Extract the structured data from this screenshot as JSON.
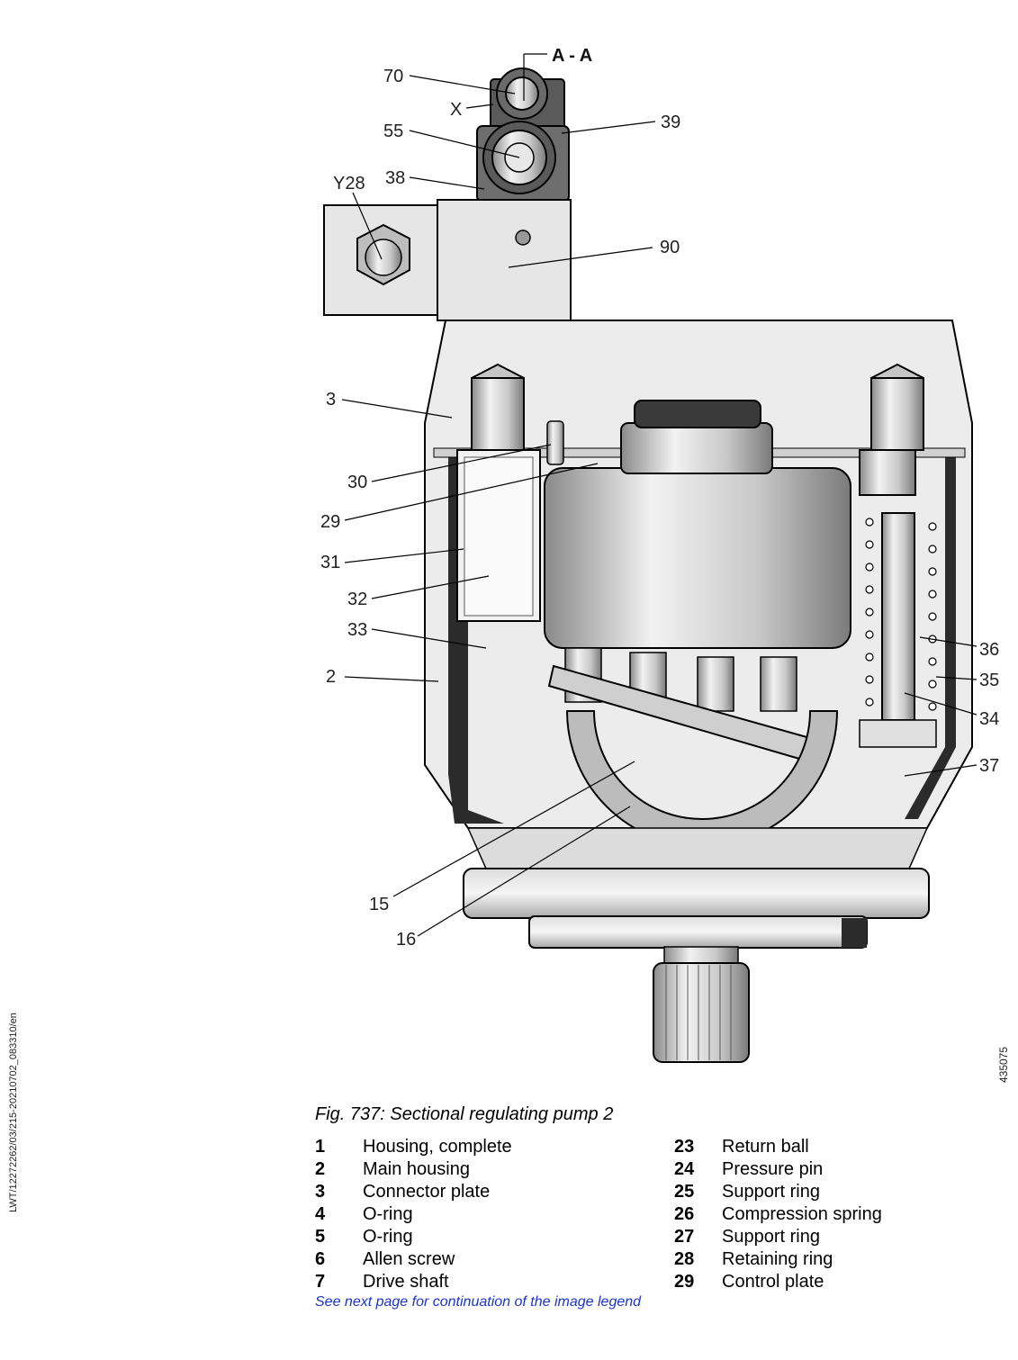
{
  "figure": {
    "section_mark": "A - A",
    "callouts": [
      "70",
      "X",
      "55",
      "39",
      "38",
      "Y28",
      "90",
      "3",
      "30",
      "29",
      "31",
      "32",
      "33",
      "2",
      "36",
      "35",
      "34",
      "37",
      "15",
      "16"
    ]
  },
  "doc_id": "LWT/12272262/03/215-20210702_083310/en",
  "image_number": "435075",
  "caption": "Fig. 737: Sectional regulating pump 2",
  "legend_left": [
    {
      "num": "1",
      "label": "Housing, complete"
    },
    {
      "num": "2",
      "label": "Main housing"
    },
    {
      "num": "3",
      "label": "Connector plate"
    },
    {
      "num": "4",
      "label": "O-ring"
    },
    {
      "num": "5",
      "label": "O-ring"
    },
    {
      "num": "6",
      "label": "Allen screw"
    },
    {
      "num": "7",
      "label": "Drive shaft"
    }
  ],
  "legend_right": [
    {
      "num": "23",
      "label": "Return ball"
    },
    {
      "num": "24",
      "label": "Pressure pin"
    },
    {
      "num": "25",
      "label": "Support ring"
    },
    {
      "num": "26",
      "label": "Compression spring"
    },
    {
      "num": "27",
      "label": "Support ring"
    },
    {
      "num": "28",
      "label": "Retaining ring"
    },
    {
      "num": "29",
      "label": "Control plate"
    }
  ],
  "continuation_note": "See next page for continuation of the image legend"
}
